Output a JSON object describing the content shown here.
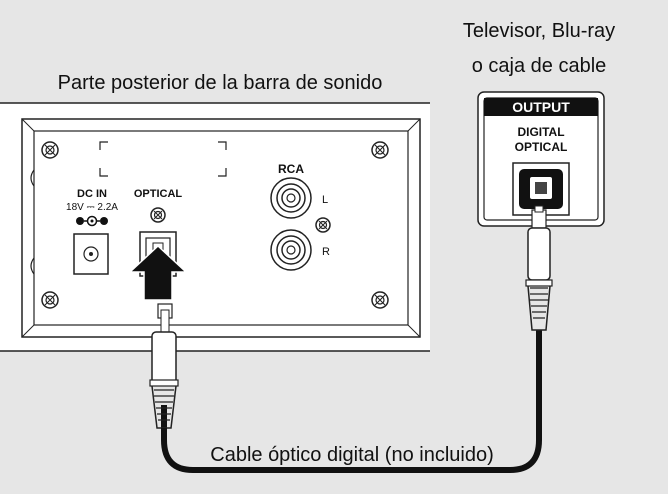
{
  "labels": {
    "soundbar_rear": "Parte posterior de la barra de sonido",
    "source_line1": "Televisor, Blu-ray",
    "source_line2": "o caja de cable",
    "cable": "Cable óptico digital (no incluido)"
  },
  "soundbar": {
    "dc_in": "DC IN",
    "dc_rating": "18V ⎓ 2.2A",
    "optical": "OPTICAL",
    "rca": "RCA",
    "rca_left": "L",
    "rca_right": "R"
  },
  "source": {
    "output": "OUTPUT",
    "digital": "DIGITAL",
    "optical": "OPTICAL"
  },
  "colors": {
    "background": "#e6e6e6",
    "panel": "#ffffff",
    "cable": "#111111",
    "arrow": "#111111"
  },
  "icons": [
    "screw-icon",
    "arrow-up-icon",
    "optical-port-icon",
    "rca-jack-icon",
    "dc-power-jack-icon",
    "polarity-symbol-icon"
  ]
}
